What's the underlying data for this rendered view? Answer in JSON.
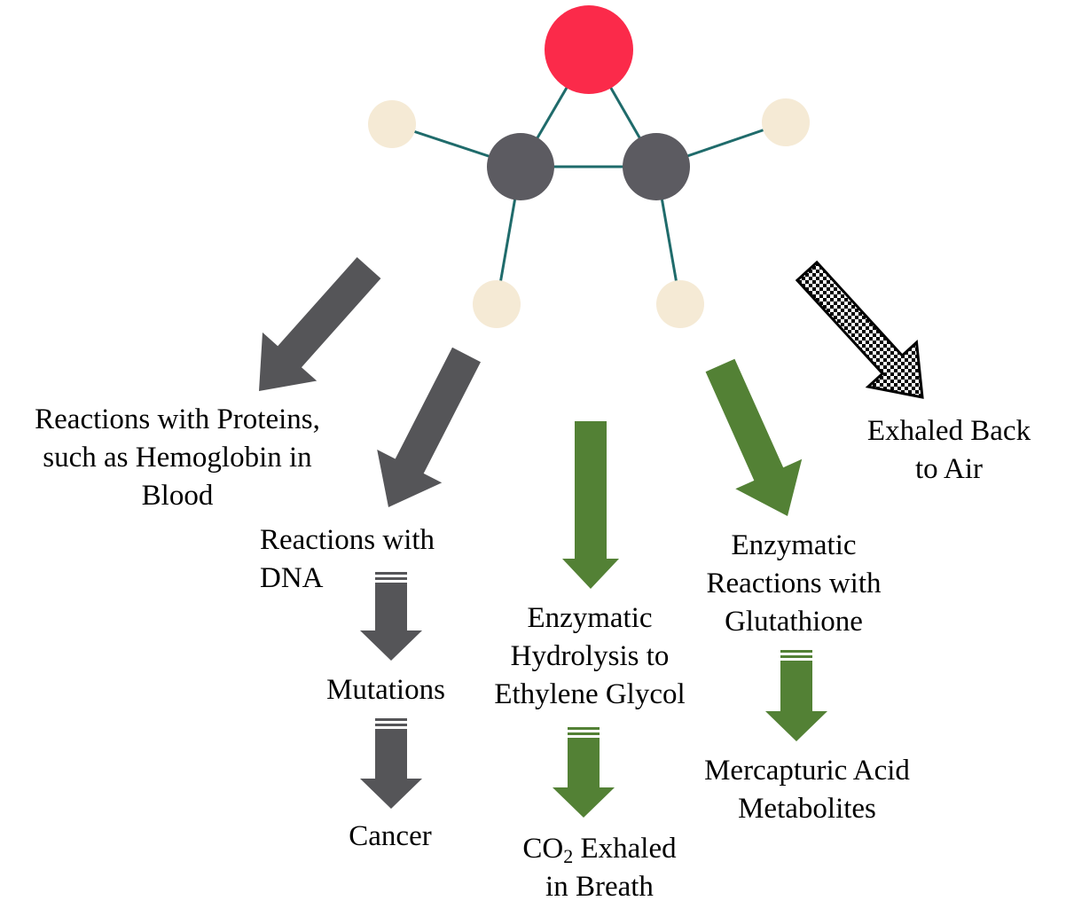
{
  "colors": {
    "oxygen": "#fb2a4a",
    "carbon": "#5c5b61",
    "hydrogen": "#f5ead5",
    "bond": "#1f6b6b",
    "gray_arrow": "#555558",
    "green_arrow": "#538135",
    "pattern_arrow": "#000000"
  },
  "molecule": {
    "atoms": [
      "oxygen-atom",
      "carbon-atom-left",
      "carbon-atom-right",
      "hydrogen-atom-top-left",
      "hydrogen-atom-top-right",
      "hydrogen-atom-bottom-left",
      "hydrogen-atom-bottom-right"
    ]
  },
  "labels": {
    "proteins": [
      "Reactions with Proteins,",
      "such as Hemoglobin in",
      "Blood"
    ],
    "dna": [
      "Reactions with",
      "DNA"
    ],
    "mutations": "Mutations",
    "cancer": "Cancer",
    "hydrolysis": [
      "Enzymatic",
      "Hydrolysis to",
      "Ethylene Glycol"
    ],
    "co2": {
      "prefix": "CO",
      "subscript": "2",
      "suffix": " Exhaled",
      "line2": "in Breath"
    },
    "glutathione": [
      "Enzymatic",
      "Reactions with",
      "Glutathione"
    ],
    "mercapturic": [
      "Mercapturic Acid",
      "Metabolites"
    ],
    "exhaled": [
      "Exhaled Back",
      "to Air"
    ]
  }
}
